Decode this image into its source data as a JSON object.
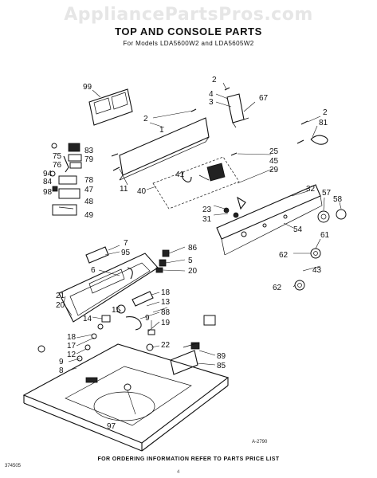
{
  "watermark": "AppliancePartsPros.com",
  "title": "TOP AND CONSOLE PARTS",
  "subtitle": "For Models LDA5600W2 and LDA5605W2",
  "footer": "FOR ORDERING INFORMATION REFER TO PARTS PRICE LIST",
  "doc_number": "374505",
  "drawing_number": "A-2790",
  "page_mark": "4",
  "callouts": [
    "99",
    "2",
    "4",
    "3",
    "67",
    "2",
    "81",
    "1",
    "2",
    "11",
    "75",
    "76",
    "83",
    "79",
    "94",
    "84",
    "78",
    "98",
    "47",
    "48",
    "49",
    "25",
    "45",
    "29",
    "41",
    "40",
    "32",
    "57",
    "58",
    "23",
    "31",
    "54",
    "61",
    "62",
    "43",
    "62",
    "7",
    "95",
    "86",
    "5",
    "20",
    "6",
    "18",
    "21",
    "20",
    "13",
    "15",
    "88",
    "19",
    "18",
    "17",
    "14",
    "12",
    "9",
    "22",
    "9",
    "8",
    "89",
    "85",
    "97"
  ]
}
